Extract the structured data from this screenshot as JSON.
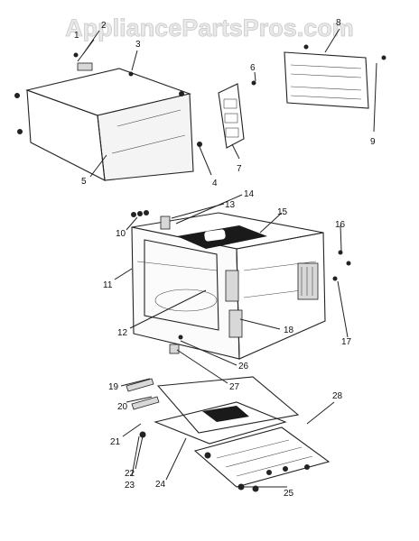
{
  "watermark": "AppliancePartsPros.com",
  "callouts": {
    "c1": "1",
    "c2": "2",
    "c3": "3",
    "c4": "4",
    "c5": "5",
    "c6": "6",
    "c7": "7",
    "c8": "8",
    "c9": "9",
    "c10": "10",
    "c11": "11",
    "c12": "12",
    "c13": "13",
    "c14": "14",
    "c15": "15",
    "c16": "16",
    "c17": "17",
    "c18": "18",
    "c19": "19",
    "c20": "20",
    "c21": "21",
    "c22": "22",
    "c23": "23",
    "c24": "24",
    "c25": "25",
    "c26": "26",
    "c27": "27",
    "c28": "28"
  }
}
